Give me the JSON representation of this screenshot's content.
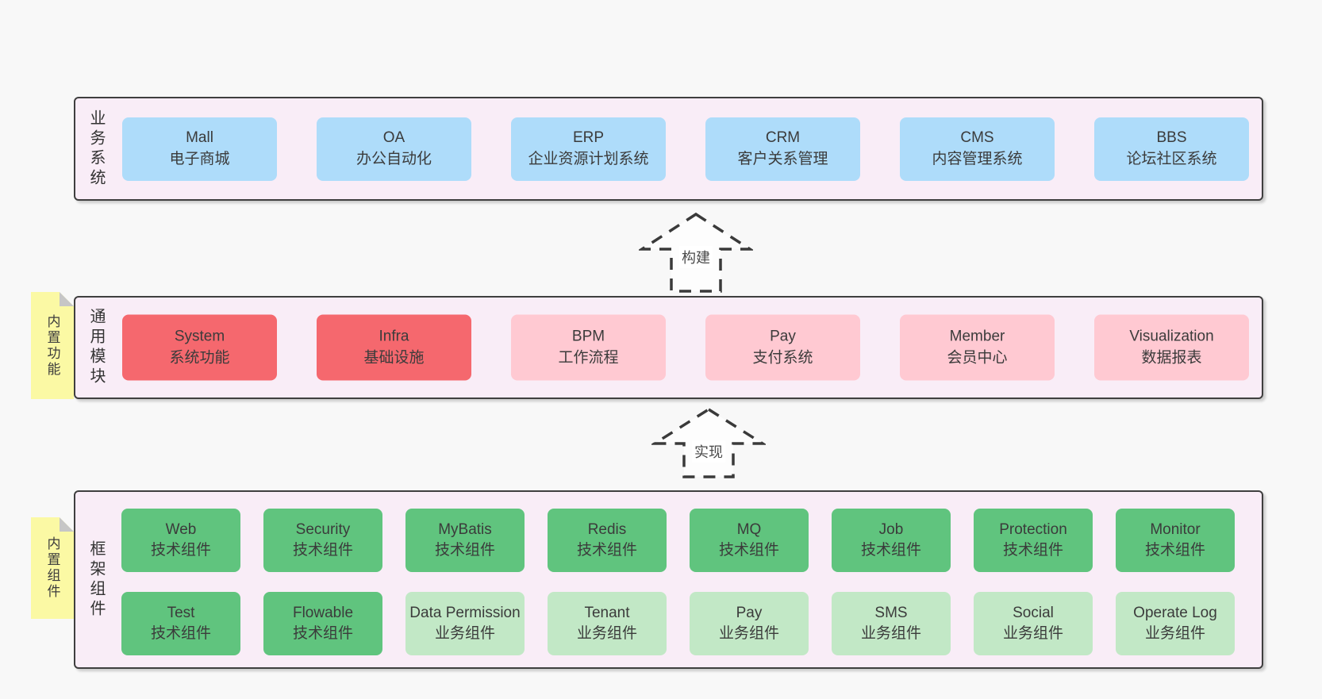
{
  "palette": {
    "page_bg": "#f8f8f8",
    "panel_bg": "#f9edf7",
    "panel_border": "#3f3f3f",
    "blue": "#aedcfa",
    "red": "#f5686e",
    "pink": "#ffc9d2",
    "green": "#60c47e",
    "light_green": "#c2e8c6",
    "tag_bg": "#fbf9a4",
    "tag_fold": "#c6c6c6",
    "text": "#3b3b3b"
  },
  "layers": [
    {
      "id": "business",
      "label": "业务系统",
      "tag": "",
      "boxes": [
        {
          "title": "Mall",
          "subtitle": "电子商城",
          "variant": "blue"
        },
        {
          "title": "OA",
          "subtitle": "办公自动化",
          "variant": "blue"
        },
        {
          "title": "ERP",
          "subtitle": "企业资源计划系统",
          "variant": "blue"
        },
        {
          "title": "CRM",
          "subtitle": "客户关系管理",
          "variant": "blue"
        },
        {
          "title": "CMS",
          "subtitle": "内容管理系统",
          "variant": "blue"
        },
        {
          "title": "BBS",
          "subtitle": "论坛社区系统",
          "variant": "blue"
        }
      ]
    },
    {
      "id": "modules",
      "label": "通用模块",
      "tag": "内置功能",
      "boxes": [
        {
          "title": "System",
          "subtitle": "系统功能",
          "variant": "red"
        },
        {
          "title": "Infra",
          "subtitle": "基础设施",
          "variant": "red"
        },
        {
          "title": "BPM",
          "subtitle": "工作流程",
          "variant": "pink"
        },
        {
          "title": "Pay",
          "subtitle": "支付系统",
          "variant": "pink"
        },
        {
          "title": "Member",
          "subtitle": "会员中心",
          "variant": "pink"
        },
        {
          "title": "Visualization",
          "subtitle": "数据报表",
          "variant": "pink"
        }
      ]
    },
    {
      "id": "components",
      "label": "框架组件",
      "tag": "内置组件",
      "boxes": [
        {
          "title": "Web",
          "subtitle": "技术组件",
          "variant": "green"
        },
        {
          "title": "Security",
          "subtitle": "技术组件",
          "variant": "green"
        },
        {
          "title": "MyBatis",
          "subtitle": "技术组件",
          "variant": "green"
        },
        {
          "title": "Redis",
          "subtitle": "技术组件",
          "variant": "green"
        },
        {
          "title": "MQ",
          "subtitle": "技术组件",
          "variant": "green"
        },
        {
          "title": "Job",
          "subtitle": "技术组件",
          "variant": "green"
        },
        {
          "title": "Protection",
          "subtitle": "技术组件",
          "variant": "green"
        },
        {
          "title": "Monitor",
          "subtitle": "技术组件",
          "variant": "green"
        },
        {
          "title": "Test",
          "subtitle": "技术组件",
          "variant": "green"
        },
        {
          "title": "Flowable",
          "subtitle": "技术组件",
          "variant": "green"
        },
        {
          "title": "Data Permission",
          "subtitle": "业务组件",
          "variant": "light_green"
        },
        {
          "title": "Tenant",
          "subtitle": "业务组件",
          "variant": "light_green"
        },
        {
          "title": "Pay",
          "subtitle": "业务组件",
          "variant": "light_green"
        },
        {
          "title": "SMS",
          "subtitle": "业务组件",
          "variant": "light_green"
        },
        {
          "title": "Social",
          "subtitle": "业务组件",
          "variant": "light_green"
        },
        {
          "title": "Operate Log",
          "subtitle": "业务组件",
          "variant": "light_green"
        }
      ]
    }
  ],
  "arrows": [
    {
      "label": "构建"
    },
    {
      "label": "实现"
    }
  ]
}
